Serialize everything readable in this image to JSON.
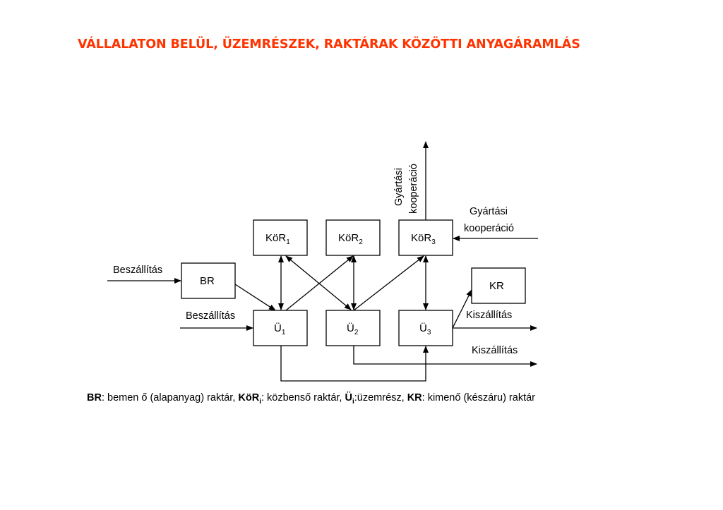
{
  "title": "VÁLLALATON BELÜL, ÜZEMRÉSZEK, RAKTÁRAK KÖZÖTTI ANYAGÁRAMLÁS",
  "colors": {
    "title": "#ff3300",
    "lines": "#000000",
    "background": "#ffffff"
  },
  "nodes": {
    "kor1": {
      "main": "KöR",
      "sub": "1"
    },
    "kor2": {
      "main": "KöR",
      "sub": "2"
    },
    "kor3": {
      "main": "KöR",
      "sub": "3"
    },
    "br": {
      "main": "BR"
    },
    "kr": {
      "main": "KR"
    },
    "u1": {
      "main": "Ü",
      "sub": "1"
    },
    "u2": {
      "main": "Ü",
      "sub": "2"
    },
    "u3": {
      "main": "Ü",
      "sub": "3"
    }
  },
  "flow_labels": {
    "supply_to_br": "Beszállítás",
    "supply_to_u1": "Beszállítás",
    "coop_out_line1": "Gyártási",
    "coop_out_line2": "kooperáció",
    "coop_in_line1": "Gyártási",
    "coop_in_line2": "kooperáció",
    "shipping_u3": "Kiszállítás",
    "shipping_bottom": "Kiszállítás"
  },
  "legend": {
    "br_key": "BR",
    "br_desc": ": bemen ő (alapanyag) raktár, ",
    "kor_key": "KöR",
    "kor_sub": "i",
    "kor_desc": ": közbenső raktár, ",
    "u_key": "Ü",
    "u_sub": "i",
    "u_desc": ":üzemrész, ",
    "kr_key": "KR",
    "kr_desc": ": kimenő (készáru) raktár"
  }
}
